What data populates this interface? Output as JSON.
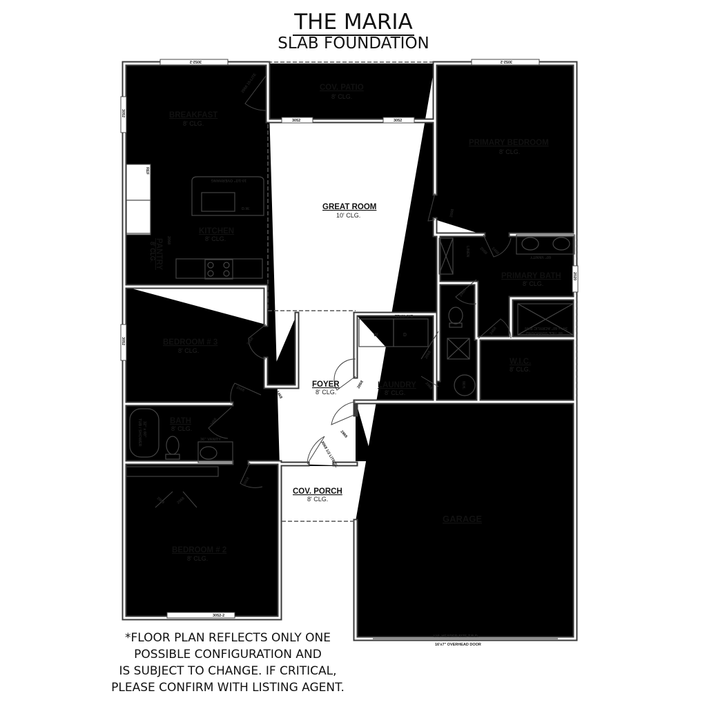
{
  "header": {
    "title": "THE MARIA",
    "subtitle": "SLAB FOUNDATION"
  },
  "rooms": {
    "breakfast": {
      "name": "BREAKFAST",
      "clg": "8' CLG."
    },
    "patio": {
      "name": "COV. PATIO",
      "clg": "8' CLG."
    },
    "primary_bedroom": {
      "name": "PRIMARY BEDROOM",
      "clg": "8' CLG."
    },
    "great_room": {
      "name": "GREAT ROOM",
      "clg": "10' CLG."
    },
    "kitchen": {
      "name": "KITCHEN",
      "clg": "8' CLG."
    },
    "pantry": {
      "name": "PANTRY",
      "clg": "8' CLG."
    },
    "primary_bath": {
      "name": "PRIMARY BATH",
      "clg": "8' CLG."
    },
    "bedroom3": {
      "name": "BEDROOM # 3",
      "clg": "8' CLG."
    },
    "foyer": {
      "name": "FOYER",
      "clg": "8' CLG."
    },
    "laundry": {
      "name": "LAUNDRY",
      "clg": "8' CLG."
    },
    "wic": {
      "name": "W.I.C.",
      "clg": "8' CLG."
    },
    "bath": {
      "name": "BATH",
      "clg": "8' CLG."
    },
    "porch": {
      "name": "COV. PORCH",
      "clg": "8' CLG."
    },
    "garage": {
      "name": "GARAGE"
    },
    "bedroom2": {
      "name": "BEDROOM # 2",
      "clg": "8' CLG."
    }
  },
  "windows": {
    "breakfast_top": "3052-2",
    "breakfast_left": "3052",
    "patio_left": "3052",
    "patio_right": "3052",
    "primary_top": "3052-2",
    "primary_bath": "2020",
    "bedroom3_left": "3052",
    "bedroom2_bottom": "3052-2"
  },
  "doors": {
    "breakfast": "2868 15-LITE",
    "primary_bedroom": "2668",
    "primary_bath_a": "2468",
    "linen": "2068",
    "toilet": "2468",
    "wic": "2468",
    "laundry_a": "2068",
    "laundry_b": "2068",
    "laundry": "2868",
    "bed3_closet": "2668",
    "bed3": "2668",
    "foyer_closet": "1468",
    "bath": "2468",
    "bed2": "2668",
    "front": "3068 1/2 LITE SL",
    "garage": "2868",
    "bed2_closet_a": "2068",
    "bed2_closet_b": "2068",
    "pantry": "2068"
  },
  "fixtures": {
    "ref": "REF",
    "overhang": "10-1/2\" OVERHANG",
    "dw": "D.W.",
    "linen": "LINEN",
    "vanity60": "60\" VANITY",
    "shower": "34\" x 60\" ACRYLIC PAN",
    "shower2": "W/ TILE SURROUND",
    "wh": "W.H.",
    "washer": "W",
    "dryer": "D",
    "wall": "2x6 WALL",
    "tub": "32\" x 60\"",
    "tub2": "TUB / SHOWER",
    "vanity36": "36\" VANITY",
    "lvl": "LVL HEADER SIZE T.B.D.",
    "overhead": "16'x7\" OVERHEAD DOOR"
  },
  "note": [
    "*FLOOR PLAN REFLECTS ONLY ONE",
    "POSSIBLE CONFIGURATION AND",
    "IS SUBJECT TO CHANGE. IF CRITICAL,",
    "PLEASE CONFIRM WITH LISTING AGENT."
  ]
}
